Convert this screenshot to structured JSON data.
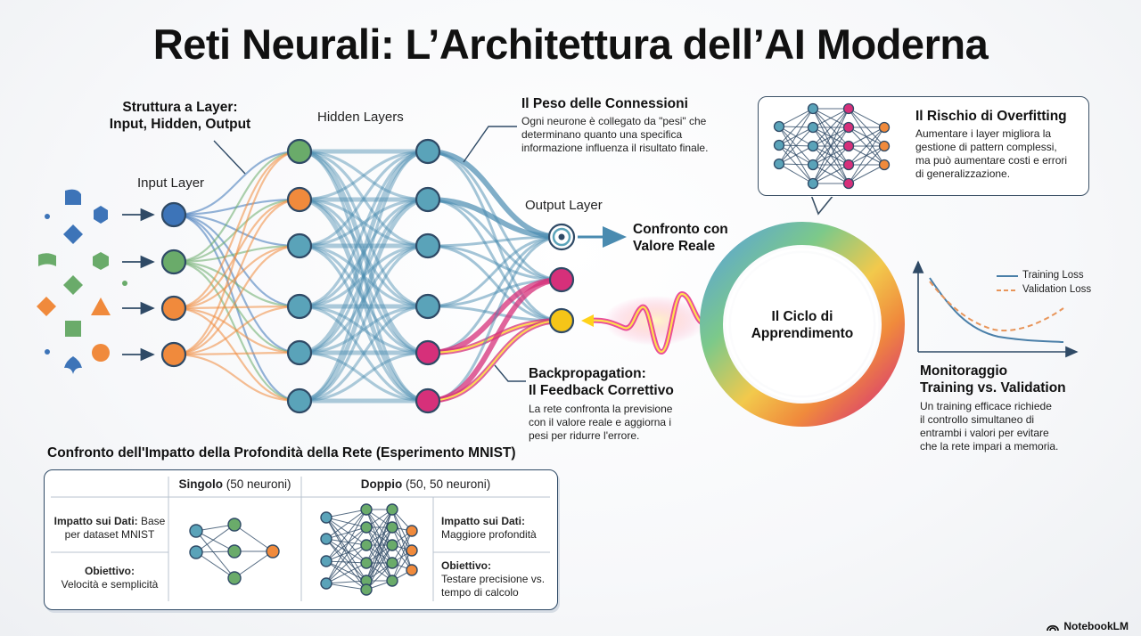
{
  "title": "Reti Neurali: L’Architettura dell’AI Moderna",
  "network": {
    "structure_heading": [
      "Struttura a Layer:",
      "Input, Hidden, Output"
    ],
    "input_layer_label": "Input Layer",
    "hidden_layers_label": "Hidden Layers",
    "output_layer_label": "Output Layer"
  },
  "weights": {
    "heading": "Il Peso delle Connessioni",
    "body": [
      "Ogni neurone è collegato da \"pesi\" che",
      "determinano quanto una specifica",
      "informazione influenza il risultato finale."
    ]
  },
  "overfitting": {
    "heading": "Il Rischio di Overfitting",
    "body": [
      "Aumentare i layer migliora la",
      "gestione di pattern complessi,",
      "ma può aumentare costi e errori",
      "di generalizzazione."
    ]
  },
  "compare": {
    "label": [
      "Confronto con",
      "Valore Reale"
    ]
  },
  "cycle": {
    "label": [
      "Il Ciclo di",
      "Apprendimento"
    ]
  },
  "backprop": {
    "heading": [
      "Backpropagation:",
      "Il Feedback Correttivo"
    ],
    "body": [
      "La rete confronta la previsione",
      "con il valore reale e aggiorna i",
      "pesi per ridurre l'errore."
    ]
  },
  "loss_chart": {
    "legend_training": "Training Loss",
    "legend_validation": "Validation Loss",
    "heading": [
      "Monitoraggio",
      "Training vs. Validation"
    ],
    "body": [
      "Un training efficace richiede",
      "il controllo simultaneo di",
      "entrambi i valori per evitare",
      "che la rete impari a memoria."
    ]
  },
  "table": {
    "heading": "Confronto dell'Impatto della Profondità della Rete (Esperimento MNIST)",
    "col_single_bold": "Singolo",
    "col_single_rest": " (50 neuroni)",
    "col_double_bold": "Doppio",
    "col_double_rest": " (50, 50 neuroni)",
    "single_impact_bold": "Impatto sui Dati:",
    "single_impact_rest": " Base",
    "single_impact_line2": "per dataset MNIST",
    "single_goal_bold": "Obiettivo:",
    "single_goal_text": "Velocità e semplicità",
    "double_impact_bold": "Impatto sui Dati:",
    "double_impact_text": "Maggiore profondità",
    "double_goal_bold": "Obiettivo:",
    "double_goal_text": [
      "Testare precisione vs.",
      "tempo di calcolo"
    ]
  },
  "brand": "NotebookLM",
  "colors": {
    "blue": "#3d74b8",
    "teal": "#5aa3b9",
    "green": "#6aab6a",
    "orange": "#f08a3c",
    "magenta": "#d6307a",
    "yellow": "#f5c518",
    "dark": "#2f4a66",
    "training_loss": "#4a7fa8",
    "validation_loss": "#e8955a"
  }
}
